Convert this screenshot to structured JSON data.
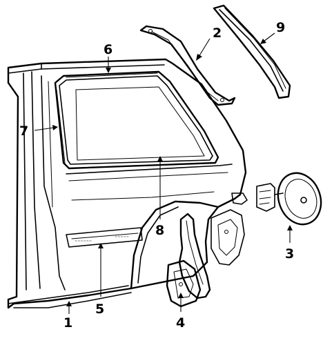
{
  "diagram": {
    "callouts": [
      {
        "id": "1",
        "label": "1"
      },
      {
        "id": "2",
        "label": "2"
      },
      {
        "id": "3",
        "label": "3"
      },
      {
        "id": "4",
        "label": "4"
      },
      {
        "id": "5",
        "label": "5"
      },
      {
        "id": "6",
        "label": "6"
      },
      {
        "id": "7",
        "label": "7"
      },
      {
        "id": "8",
        "label": "8"
      },
      {
        "id": "9",
        "label": "9"
      }
    ],
    "part_icons": {
      "quarter-panel": "quarter-panel-icon",
      "pillar-trim": "pillar-trim-icon",
      "fuel-door": "fuel-door-icon",
      "splash-shield": "splash-shield-icon",
      "body-molding": "body-molding-icon",
      "window-weatherstrip": "weatherstrip-icon",
      "pillar-molding": "pillar-molding-icon",
      "quarter-glass": "quarter-glass-icon",
      "roof-drip-molding": "drip-molding-icon"
    }
  }
}
